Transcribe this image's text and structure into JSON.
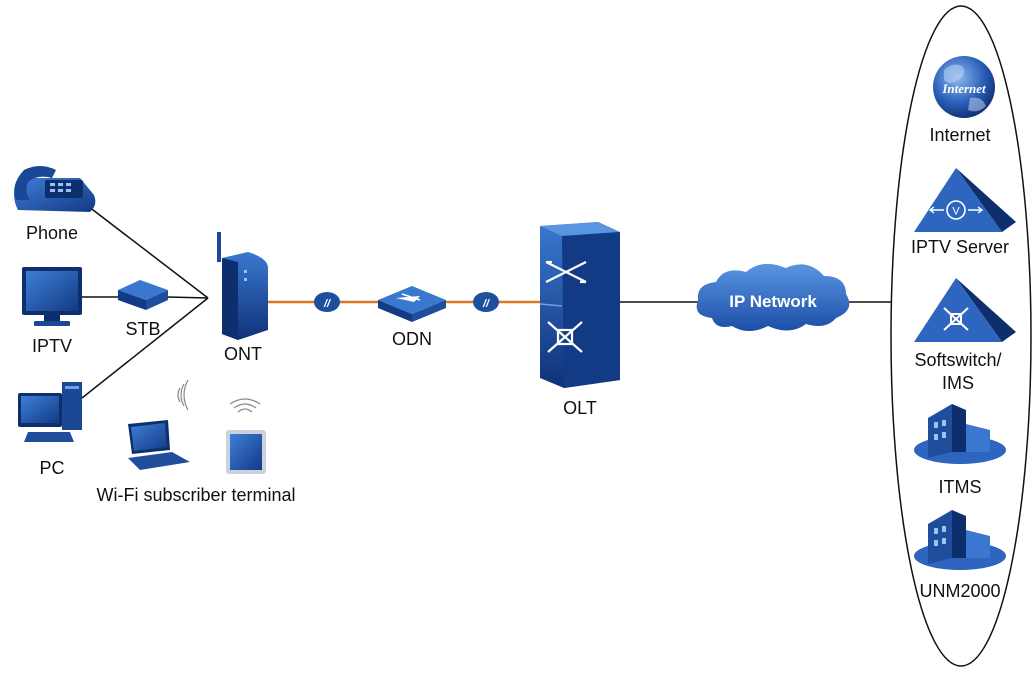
{
  "diagram": {
    "subscriber_devices": {
      "phone": "Phone",
      "iptv": "IPTV",
      "stb": "STB",
      "pc": "PC",
      "wifi_terminal": "Wi-Fi subscriber terminal"
    },
    "access_network": {
      "ont": "ONT",
      "odn": "ODN",
      "olt": "OLT"
    },
    "core": {
      "ip_network": "IP Network"
    },
    "services": {
      "internet_label": "Internet",
      "internet_globe_text": "Internet",
      "iptv_server": "IPTV Server",
      "softswitch_line1": "Softswitch/",
      "softswitch_line2": "IMS",
      "itms": "ITMS",
      "unm": "UNM2000"
    },
    "colors": {
      "device_blue": "#1f4f9c",
      "device_dark": "#0e2f6e",
      "fiber_orange": "#d9782b",
      "line_black": "#111111"
    }
  }
}
